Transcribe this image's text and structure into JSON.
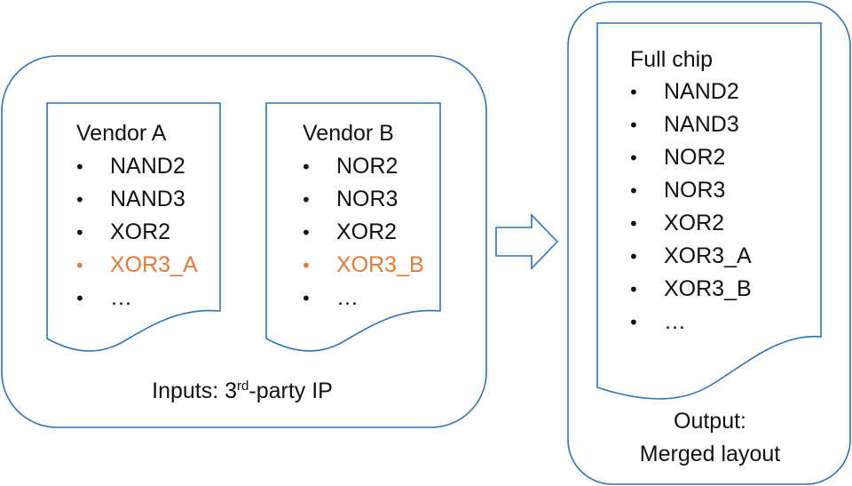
{
  "colors": {
    "outline": "#2e74b5",
    "text": "#111111",
    "highlight": "#e07b39"
  },
  "inputs": {
    "label_prefix": "Inputs: 3",
    "label_sup": "rd",
    "label_suffix": "-party IP",
    "vendor_a": {
      "title": "Vendor A",
      "items": [
        {
          "text": "NAND2",
          "highlight": false
        },
        {
          "text": "NAND3",
          "highlight": false
        },
        {
          "text": "XOR2",
          "highlight": false
        },
        {
          "text": "XOR3_A",
          "highlight": true
        },
        {
          "text": "…",
          "highlight": false
        }
      ]
    },
    "vendor_b": {
      "title": "Vendor B",
      "items": [
        {
          "text": "NOR2",
          "highlight": false
        },
        {
          "text": "NOR3",
          "highlight": false
        },
        {
          "text": "XOR2",
          "highlight": false
        },
        {
          "text": "XOR3_B",
          "highlight": true
        },
        {
          "text": "…",
          "highlight": false
        }
      ]
    }
  },
  "output": {
    "label_line1": "Output:",
    "label_line2": "Merged layout",
    "full_chip": {
      "title": "Full chip",
      "items": [
        {
          "text": "NAND2",
          "highlight": false
        },
        {
          "text": "NAND3",
          "highlight": false
        },
        {
          "text": "NOR2",
          "highlight": false
        },
        {
          "text": "NOR3",
          "highlight": false
        },
        {
          "text": "XOR2",
          "highlight": false
        },
        {
          "text": "XOR3_A",
          "highlight": false
        },
        {
          "text": "XOR3_B",
          "highlight": false
        },
        {
          "text": "…",
          "highlight": false
        }
      ]
    }
  },
  "flow_arrow_icon": "right-block-arrow"
}
